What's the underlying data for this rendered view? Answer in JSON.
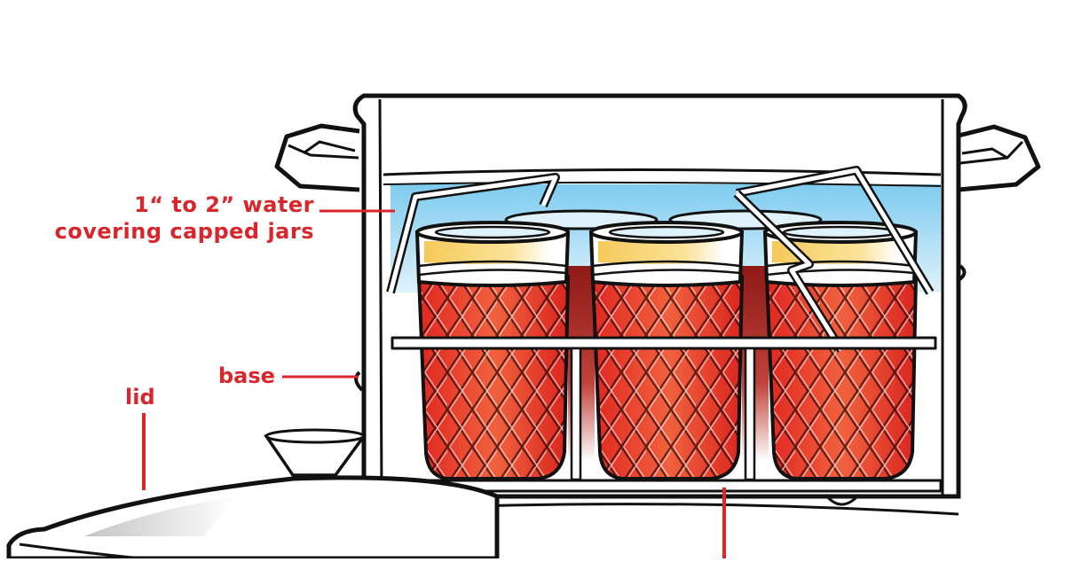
{
  "diagram": {
    "subject": "Water-bath canner with capped jars on a rack",
    "colors": {
      "label_red": "#d9262c",
      "jam_red": "#e8312a",
      "jam_dark": "#9e1f1b",
      "water_blue": "#8fd1f0",
      "headspace_yellow": "#f6d06a",
      "outline": "#111111"
    },
    "labels": {
      "water_line1": "1“ to 2” water",
      "water_line2": "covering capped jars",
      "base": "base",
      "lid": "lid"
    },
    "parts": [
      {
        "name": "pot-base",
        "label": "base"
      },
      {
        "name": "lid",
        "label": "lid"
      },
      {
        "name": "water-level",
        "label": "1“ to 2” water covering capped jars"
      },
      {
        "name": "jar-rack",
        "label": ""
      },
      {
        "name": "bottom-rack",
        "label": ""
      }
    ],
    "jar_count_front": 3,
    "jar_count_back": 2
  }
}
